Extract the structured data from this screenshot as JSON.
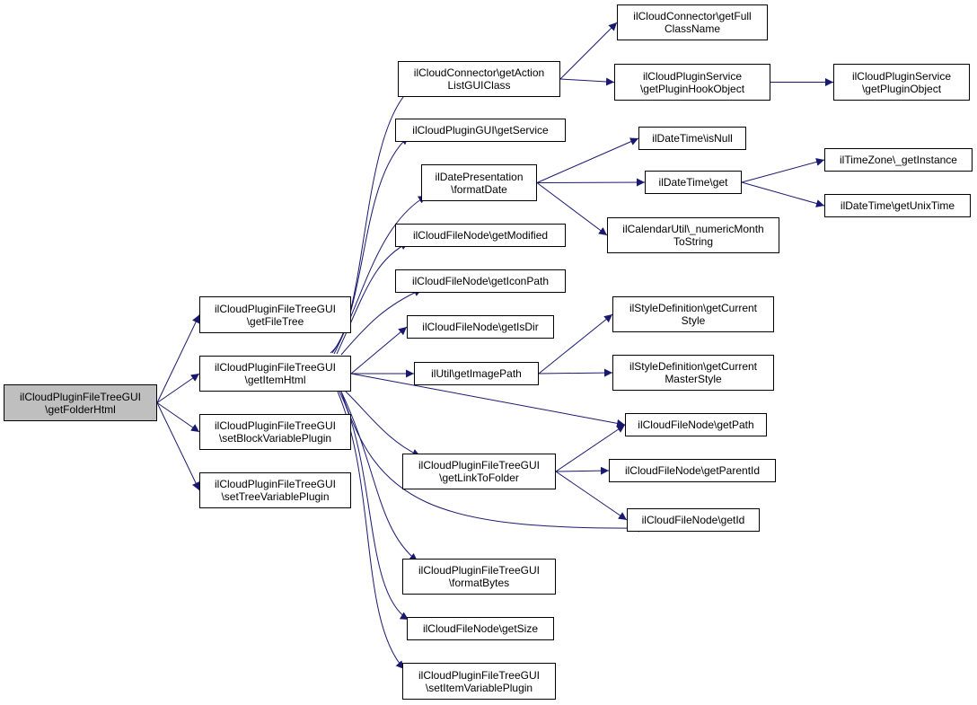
{
  "diagram": {
    "colors": {
      "edge": "#191970",
      "node_border": "#000000",
      "root_fill": "#bfbfbf",
      "node_fill": "#ffffff"
    },
    "nodes": [
      {
        "id": "getFolderHtml",
        "lines": [
          "ilCloudPluginFileTreeGUI",
          "\\getFolderHtml"
        ],
        "root": true
      },
      {
        "id": "getFileTree",
        "lines": [
          "ilCloudPluginFileTreeGUI",
          "\\getFileTree"
        ]
      },
      {
        "id": "getItemHtml",
        "lines": [
          "ilCloudPluginFileTreeGUI",
          "\\getItemHtml"
        ]
      },
      {
        "id": "setBlockVariablePlugin",
        "lines": [
          "ilCloudPluginFileTreeGUI",
          "\\setBlockVariablePlugin"
        ]
      },
      {
        "id": "setTreeVariablePlugin",
        "lines": [
          "ilCloudPluginFileTreeGUI",
          "\\setTreeVariablePlugin"
        ]
      },
      {
        "id": "getActionListGUIClass",
        "lines": [
          "ilCloudConnector\\getAction",
          "ListGUIClass"
        ]
      },
      {
        "id": "getService",
        "lines": [
          "ilCloudPluginGUI\\getService"
        ]
      },
      {
        "id": "formatDate",
        "lines": [
          "ilDatePresentation",
          "\\formatDate"
        ]
      },
      {
        "id": "getModified",
        "lines": [
          "ilCloudFileNode\\getModified"
        ]
      },
      {
        "id": "getIconPath",
        "lines": [
          "ilCloudFileNode\\getIconPath"
        ]
      },
      {
        "id": "getIsDir",
        "lines": [
          "ilCloudFileNode\\getIsDir"
        ]
      },
      {
        "id": "getImagePath",
        "lines": [
          "ilUtil\\getImagePath"
        ]
      },
      {
        "id": "getLinkToFolder",
        "lines": [
          "ilCloudPluginFileTreeGUI",
          "\\getLinkToFolder"
        ]
      },
      {
        "id": "formatBytes",
        "lines": [
          "ilCloudPluginFileTreeGUI",
          "\\formatBytes"
        ]
      },
      {
        "id": "getSize",
        "lines": [
          "ilCloudFileNode\\getSize"
        ]
      },
      {
        "id": "setItemVariablePlugin",
        "lines": [
          "ilCloudPluginFileTreeGUI",
          "\\setItemVariablePlugin"
        ]
      },
      {
        "id": "getFullClassName",
        "lines": [
          "ilCloudConnector\\getFull",
          "ClassName"
        ]
      },
      {
        "id": "getPluginHookObject",
        "lines": [
          "ilCloudPluginService",
          "\\getPluginHookObject"
        ]
      },
      {
        "id": "getPluginObject",
        "lines": [
          "ilCloudPluginService",
          "\\getPluginObject"
        ]
      },
      {
        "id": "isNull",
        "lines": [
          "ilDateTime\\isNull"
        ]
      },
      {
        "id": "dtGet",
        "lines": [
          "ilDateTime\\get"
        ]
      },
      {
        "id": "numericMonth",
        "lines": [
          "ilCalendarUtil\\_numericMonth",
          "ToString"
        ]
      },
      {
        "id": "getInstance",
        "lines": [
          "ilTimeZone\\_getInstance"
        ]
      },
      {
        "id": "getUnixTime",
        "lines": [
          "ilDateTime\\getUnixTime"
        ]
      },
      {
        "id": "getCurrentStyle",
        "lines": [
          "ilStyleDefinition\\getCurrent",
          "Style"
        ]
      },
      {
        "id": "getCurrentMasterStyle",
        "lines": [
          "ilStyleDefinition\\getCurrent",
          "MasterStyle"
        ]
      },
      {
        "id": "getPath",
        "lines": [
          "ilCloudFileNode\\getPath"
        ]
      },
      {
        "id": "getParentId",
        "lines": [
          "ilCloudFileNode\\getParentId"
        ]
      },
      {
        "id": "getId",
        "lines": [
          "ilCloudFileNode\\getId"
        ]
      }
    ],
    "edges": [
      [
        "getFolderHtml",
        "getFileTree"
      ],
      [
        "getFolderHtml",
        "getItemHtml"
      ],
      [
        "getFolderHtml",
        "setBlockVariablePlugin"
      ],
      [
        "getFolderHtml",
        "setTreeVariablePlugin"
      ],
      [
        "getItemHtml",
        "getActionListGUIClass"
      ],
      [
        "getItemHtml",
        "getService"
      ],
      [
        "getItemHtml",
        "formatDate"
      ],
      [
        "getItemHtml",
        "getModified"
      ],
      [
        "getItemHtml",
        "getIconPath"
      ],
      [
        "getItemHtml",
        "getIsDir"
      ],
      [
        "getItemHtml",
        "getImagePath"
      ],
      [
        "getItemHtml",
        "getPath"
      ],
      [
        "getItemHtml",
        "getLinkToFolder"
      ],
      [
        "getItemHtml",
        "getId"
      ],
      [
        "getItemHtml",
        "formatBytes"
      ],
      [
        "getItemHtml",
        "getSize"
      ],
      [
        "getItemHtml",
        "setItemVariablePlugin"
      ],
      [
        "getActionListGUIClass",
        "getFullClassName"
      ],
      [
        "getActionListGUIClass",
        "getPluginHookObject"
      ],
      [
        "getPluginHookObject",
        "getPluginObject"
      ],
      [
        "formatDate",
        "isNull"
      ],
      [
        "formatDate",
        "dtGet"
      ],
      [
        "formatDate",
        "numericMonth"
      ],
      [
        "dtGet",
        "getInstance"
      ],
      [
        "dtGet",
        "getUnixTime"
      ],
      [
        "getImagePath",
        "getCurrentStyle"
      ],
      [
        "getImagePath",
        "getCurrentMasterStyle"
      ],
      [
        "getLinkToFolder",
        "getPath"
      ],
      [
        "getLinkToFolder",
        "getParentId"
      ],
      [
        "getLinkToFolder",
        "getId"
      ]
    ]
  }
}
